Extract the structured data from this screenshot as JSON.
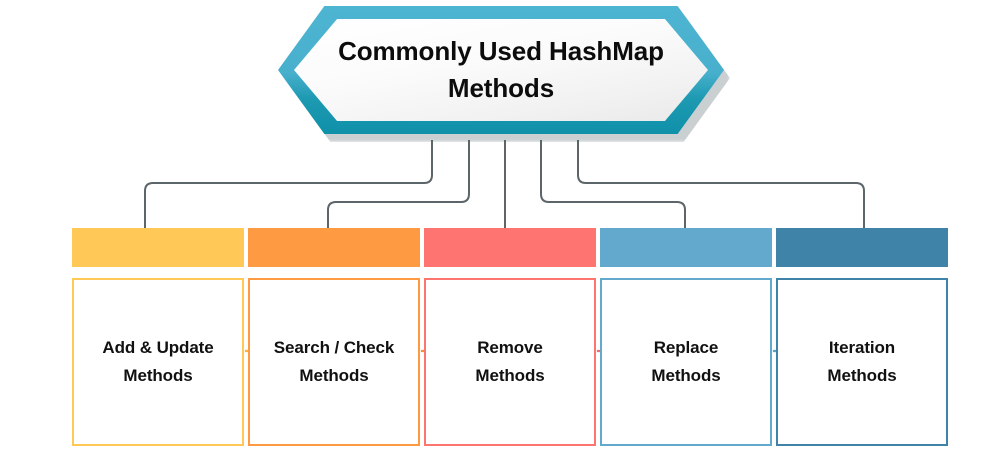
{
  "title": {
    "text": "Commonly Used HashMap Methods",
    "line1": "Commonly Used HashMap",
    "line2": "Methods",
    "shell_color": "#49b2ce",
    "shell_color_dark": "#0f90a9",
    "inner_color": "#f4f4f5",
    "text_color": "#0c0c0c"
  },
  "connector": {
    "color": "#5c6569",
    "width": 2,
    "count": 5
  },
  "cards": [
    {
      "label": "Add & Update Methods",
      "line1": "Add & Update",
      "line2": "Methods",
      "header_color": "#ffc857",
      "border_color": "#ffc857",
      "arrow_color": "#ffb13f",
      "index": 1
    },
    {
      "label": "Search / Check Methods",
      "line1": "Search / Check",
      "line2": "Methods",
      "header_color": "#fd9a42",
      "border_color": "#fd9a42",
      "arrow_color": "#f7922f",
      "index": 2
    },
    {
      "label": "Remove Methods",
      "line1": "Remove",
      "line2": "Methods",
      "header_color": "#fd7471",
      "border_color": "#fd7471",
      "arrow_color": "#fa6a66",
      "index": 3
    },
    {
      "label": "Replace Methods",
      "line1": "Replace",
      "line2": "Methods",
      "header_color": "#63a9cd",
      "border_color": "#63a9cd",
      "arrow_color": "#5ba3c9",
      "index": 4
    },
    {
      "label": "Iteration Methods",
      "line1": "Iteration",
      "line2": "Methods",
      "header_color": "#4083a8",
      "border_color": "#4083a8",
      "arrow_color": "#3b7da1",
      "index": 5
    }
  ]
}
